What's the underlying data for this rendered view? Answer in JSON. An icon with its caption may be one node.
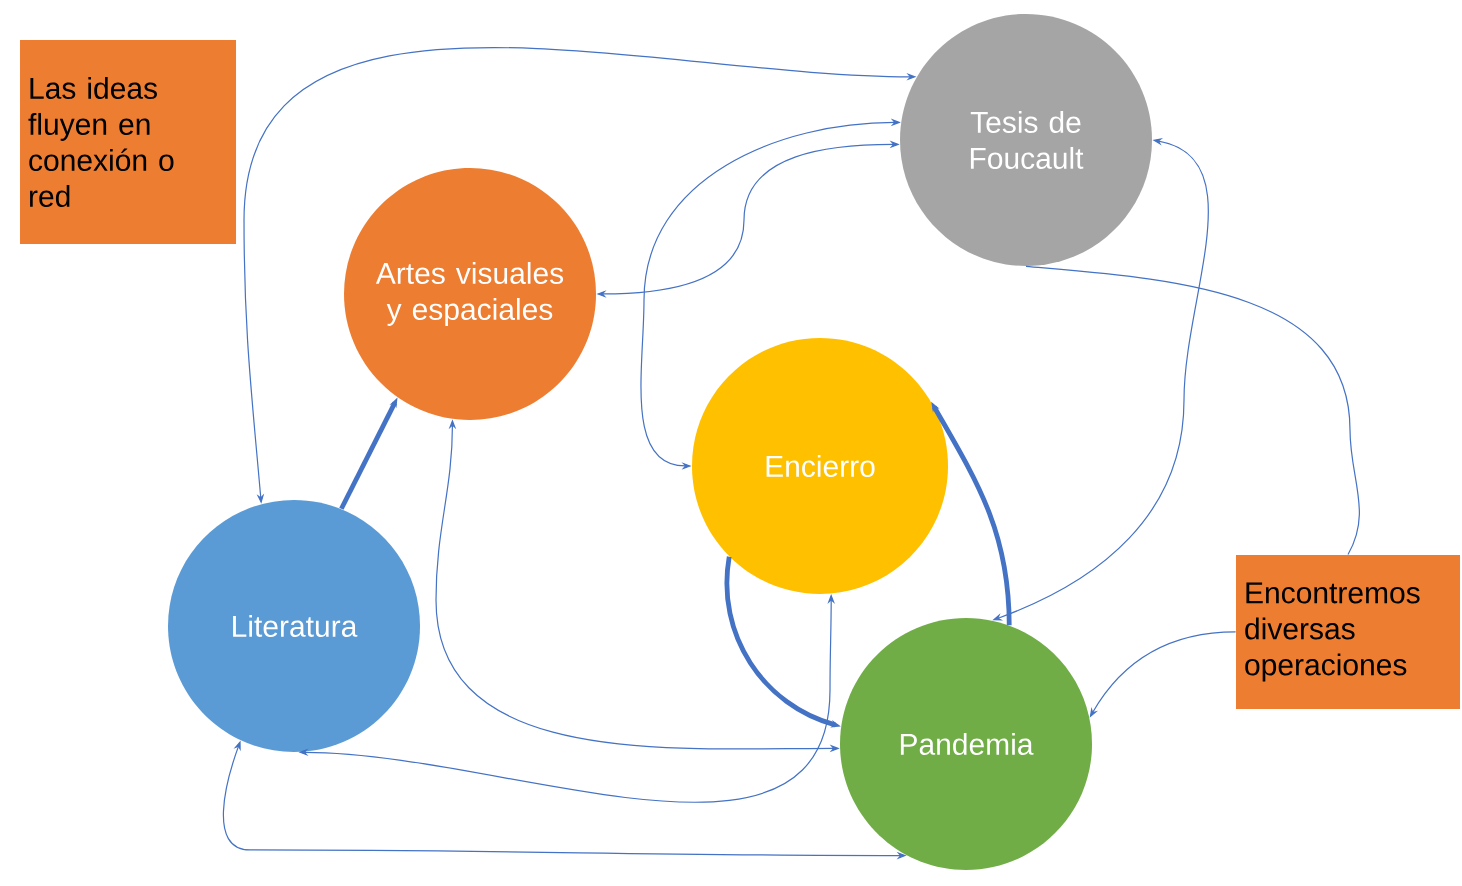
{
  "diagram": {
    "nodes": [
      {
        "text": [
          "Las ideas fluyen en conexión  o red"
        ]
      },
      {
        "text": [
          "Tesis de Foucault"
        ]
      },
      {
        "text": [
          "Artes visuales y espaciales"
        ]
      },
      {
        "text": [
          "Encierro"
        ]
      },
      {
        "text": [
          "Literatura"
        ]
      },
      {
        "text": [
          "Encontremos diversas operaciones"
        ]
      },
      {
        "text": [
          "Pandemia"
        ]
      }
    ],
    "edges": [
      {
        "from": 4,
        "to": 1,
        "arrow": "both"
      },
      {
        "from": 4,
        "to": 2,
        "arrow": "to",
        "style": "thick"
      },
      {
        "from": 2,
        "to": 1,
        "arrow": "both"
      },
      {
        "from": 1,
        "to": 3,
        "arrow": "both"
      },
      {
        "from": 1,
        "to": 6,
        "arrow": "both"
      },
      {
        "from": 1,
        "to": 5,
        "arrow": "none"
      },
      {
        "from": 5,
        "to": 6,
        "arrow": "to"
      },
      {
        "from": 3,
        "to": 6,
        "arrow": "to",
        "style": "thick"
      },
      {
        "from": 6,
        "to": 3,
        "arrow": "to",
        "style": "thick"
      },
      {
        "from": 2,
        "to": 6,
        "arrow": "both"
      },
      {
        "from": 4,
        "to": 3,
        "arrow": "both"
      },
      {
        "from": 4,
        "to": 6,
        "arrow": "both"
      }
    ]
  }
}
